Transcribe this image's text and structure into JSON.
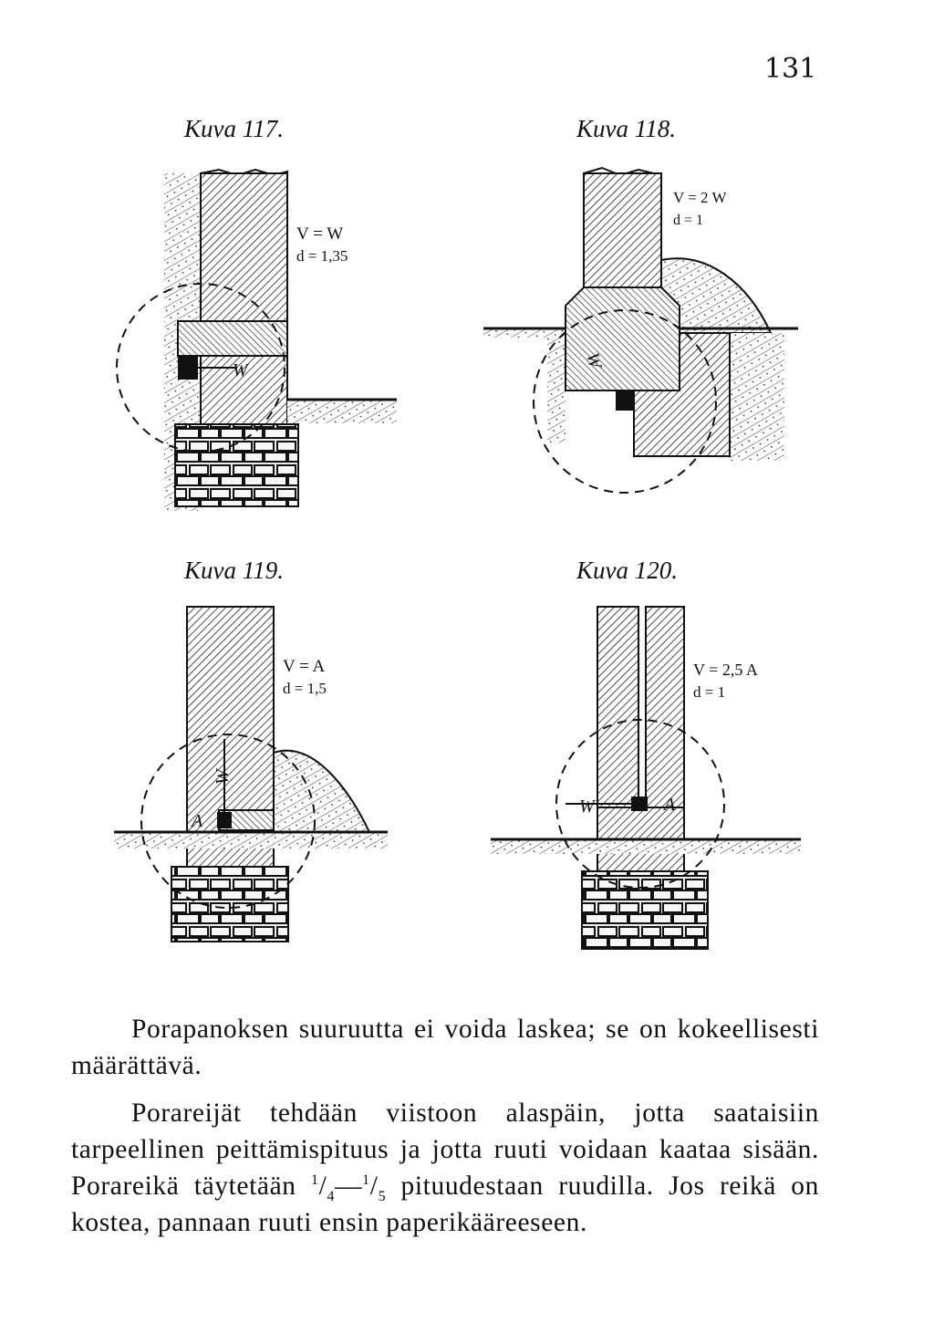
{
  "page_number": "131",
  "figures": [
    {
      "caption": "Kuva 117.",
      "formula_1": "V = W",
      "formula_2": "d = 1,35",
      "label_w": "W"
    },
    {
      "caption": "Kuva 118.",
      "formula_1": "V = 2 W",
      "formula_2": "d = 1",
      "label_w": "W"
    },
    {
      "caption": "Kuva 119.",
      "formula_1": "V = A",
      "formula_2": "d = 1,5",
      "label_w": "W",
      "label_a": "A"
    },
    {
      "caption": "Kuva 120.",
      "formula_1": "V = 2,5 A",
      "formula_2": "d = 1",
      "label_w": "W",
      "label_a": "A"
    }
  ],
  "paragraph_1": "Porapanoksen suuruutta ei voida laskea; se on kokeellisesti määrättävä.",
  "paragraph_2_parts": {
    "before_fraction": "Porareijät tehdään viistoon alaspäin, jotta saataisiin tarpeellinen peittämispituus ja jotta ruuti voidaan kaataa sisään. Porareikä täytetään ",
    "frac1_num": "1",
    "frac1_den": "4",
    "dash": "—",
    "frac2_num": "1",
    "frac2_den": "5",
    "after_fraction": " pituudestaan ruudilla. Jos reikä on kostea, pannaan ruuti ensin paperikääreeseen."
  }
}
